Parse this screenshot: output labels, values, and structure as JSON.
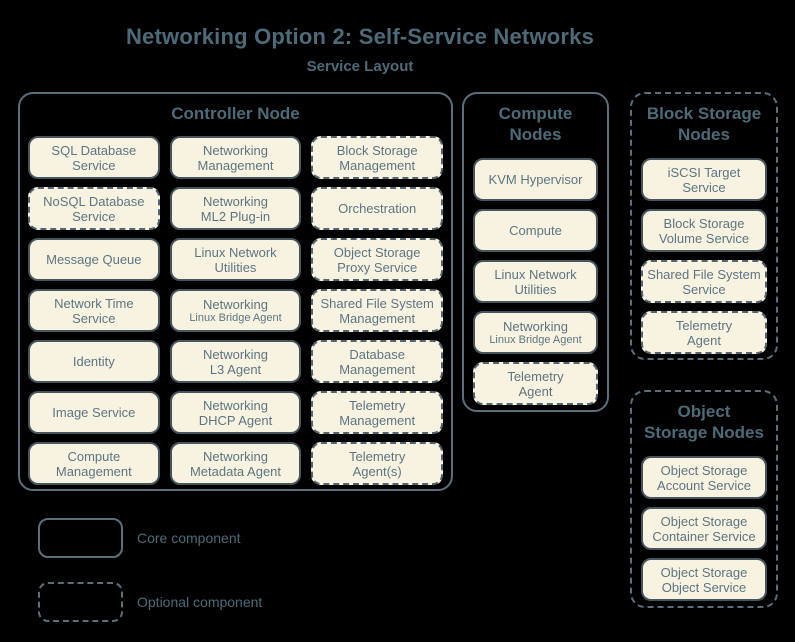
{
  "title": "Networking Option 2: Self-Service Networks",
  "subtitle": "Service Layout",
  "colors": {
    "background": "#000000",
    "box_fill": "#f8f3e1",
    "box_solid_border": "#45565e",
    "box_dashed_border": "#53656f",
    "group_border": "#5b6f7a",
    "heading_text": "#4d6a78",
    "box_text": "#5d7582"
  },
  "groups": {
    "controller": {
      "title_lines": [
        "Controller Node"
      ],
      "border_style": "solid",
      "items": [
        {
          "lines": [
            "SQL Database",
            "Service"
          ],
          "type": "core"
        },
        {
          "lines": [
            "Networking",
            "Management"
          ],
          "type": "core"
        },
        {
          "lines": [
            "Block Storage",
            "Management"
          ],
          "type": "optional"
        },
        {
          "lines": [
            "NoSQL Database",
            "Service"
          ],
          "type": "optional"
        },
        {
          "lines": [
            "Networking",
            "ML2 Plug-in"
          ],
          "type": "core"
        },
        {
          "lines": [
            "Orchestration"
          ],
          "type": "optional"
        },
        {
          "lines": [
            "Message Queue"
          ],
          "type": "core"
        },
        {
          "lines": [
            "Linux Network",
            "Utilities"
          ],
          "type": "core"
        },
        {
          "lines": [
            "Object Storage",
            "Proxy Service"
          ],
          "type": "optional"
        },
        {
          "lines": [
            "Network Time",
            "Service"
          ],
          "type": "core"
        },
        {
          "lines": [
            "Networking",
            "Linux Bridge Agent"
          ],
          "type": "core",
          "small_second_line": true
        },
        {
          "lines": [
            "Shared File System",
            "Management"
          ],
          "type": "optional"
        },
        {
          "lines": [
            "Identity"
          ],
          "type": "core"
        },
        {
          "lines": [
            "Networking",
            "L3 Agent"
          ],
          "type": "core"
        },
        {
          "lines": [
            "Database",
            "Management"
          ],
          "type": "optional"
        },
        {
          "lines": [
            "Image Service"
          ],
          "type": "core"
        },
        {
          "lines": [
            "Networking",
            "DHCP Agent"
          ],
          "type": "core"
        },
        {
          "lines": [
            "Telemetry",
            "Management"
          ],
          "type": "optional"
        },
        {
          "lines": [
            "Compute",
            "Management"
          ],
          "type": "core"
        },
        {
          "lines": [
            "Networking",
            "Metadata Agent"
          ],
          "type": "core"
        },
        {
          "lines": [
            "Telemetry",
            "Agent(s)"
          ],
          "type": "optional"
        }
      ]
    },
    "compute": {
      "title_lines": [
        "Compute",
        "Nodes"
      ],
      "border_style": "solid",
      "items": [
        {
          "lines": [
            "KVM Hypervisor"
          ],
          "type": "core"
        },
        {
          "lines": [
            "Compute"
          ],
          "type": "core"
        },
        {
          "lines": [
            "Linux Network",
            "Utilities"
          ],
          "type": "core"
        },
        {
          "lines": [
            "Networking",
            "Linux Bridge Agent"
          ],
          "type": "core",
          "small_second_line": true
        },
        {
          "lines": [
            "Telemetry",
            "Agent"
          ],
          "type": "optional"
        }
      ]
    },
    "block_storage": {
      "title_lines": [
        "Block Storage",
        "Nodes"
      ],
      "border_style": "dashed",
      "items": [
        {
          "lines": [
            "iSCSI Target",
            "Service"
          ],
          "type": "core"
        },
        {
          "lines": [
            "Block Storage",
            "Volume Service"
          ],
          "type": "core"
        },
        {
          "lines": [
            "Shared File System",
            "Service"
          ],
          "type": "optional"
        },
        {
          "lines": [
            "Telemetry",
            "Agent"
          ],
          "type": "optional"
        }
      ]
    },
    "object_storage": {
      "title_lines": [
        "Object",
        "Storage Nodes"
      ],
      "border_style": "dashed",
      "items": [
        {
          "lines": [
            "Object Storage",
            "Account Service"
          ],
          "type": "core"
        },
        {
          "lines": [
            "Object Storage",
            "Container Service"
          ],
          "type": "core"
        },
        {
          "lines": [
            "Object Storage",
            "Object Service"
          ],
          "type": "core"
        }
      ]
    }
  },
  "legend": {
    "items": [
      {
        "label": "Core component",
        "style": "solid"
      },
      {
        "label": "Optional component",
        "style": "dashed"
      }
    ]
  }
}
